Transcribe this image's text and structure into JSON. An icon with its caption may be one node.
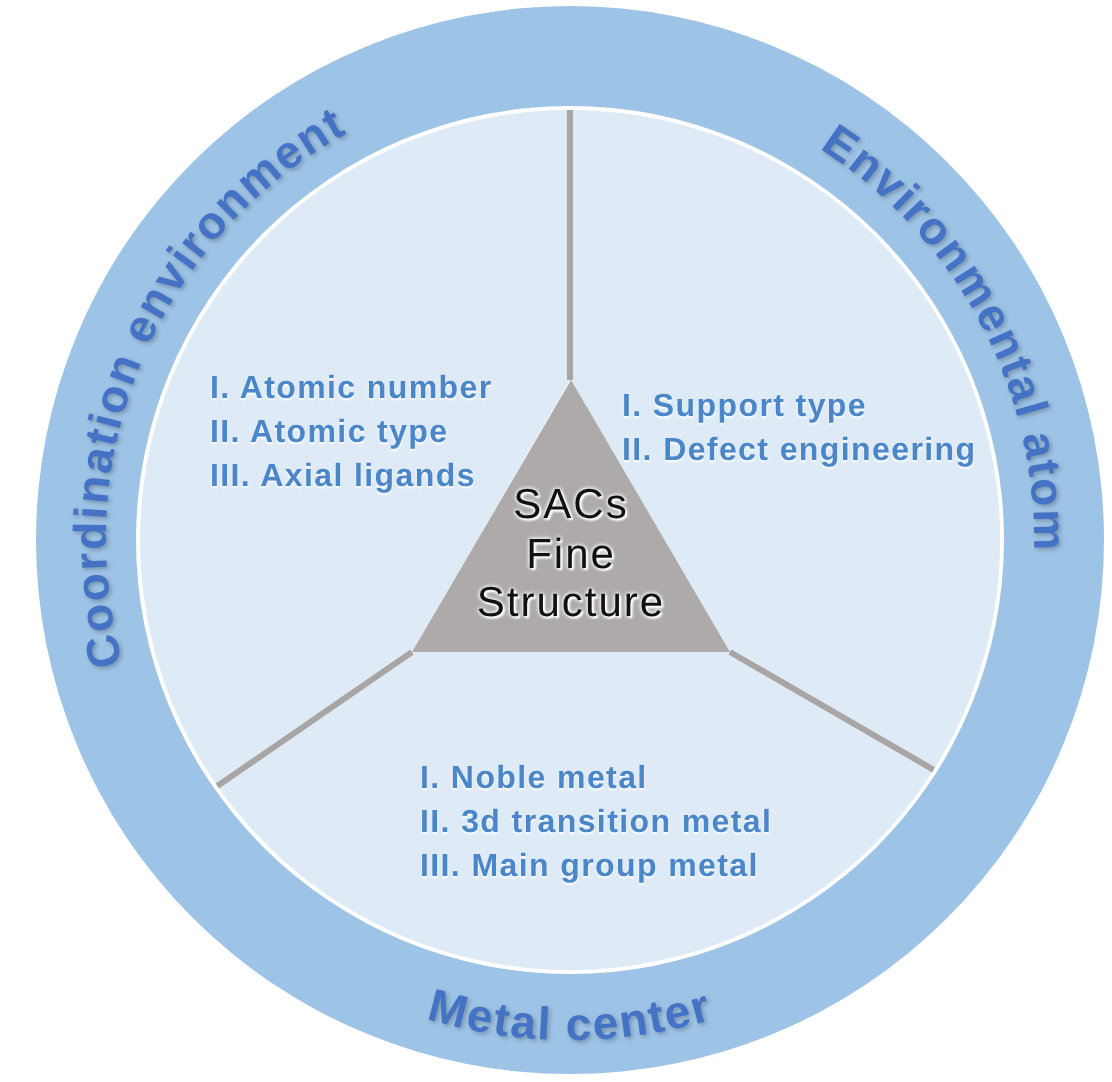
{
  "diagram": {
    "nodes": [
      {
        "text": [],
        "shape": "circle"
      },
      {
        "text": [
          "Coordination environment",
          "I. Atomic number",
          "II. Atomic type",
          "III. Axial ligands"
        ],
        "in": 0
      },
      {
        "text": [
          "Environmental atom",
          "I. Support type",
          "II. Defect engineering"
        ],
        "in": 0
      },
      {
        "text": [
          "SACs Fine Structure"
        ],
        "in": 0
      },
      {
        "text": [
          "I. Noble metal",
          "II. 3d transition metal",
          "III. Main group metal",
          "Metal center"
        ],
        "in": 0
      }
    ]
  }
}
